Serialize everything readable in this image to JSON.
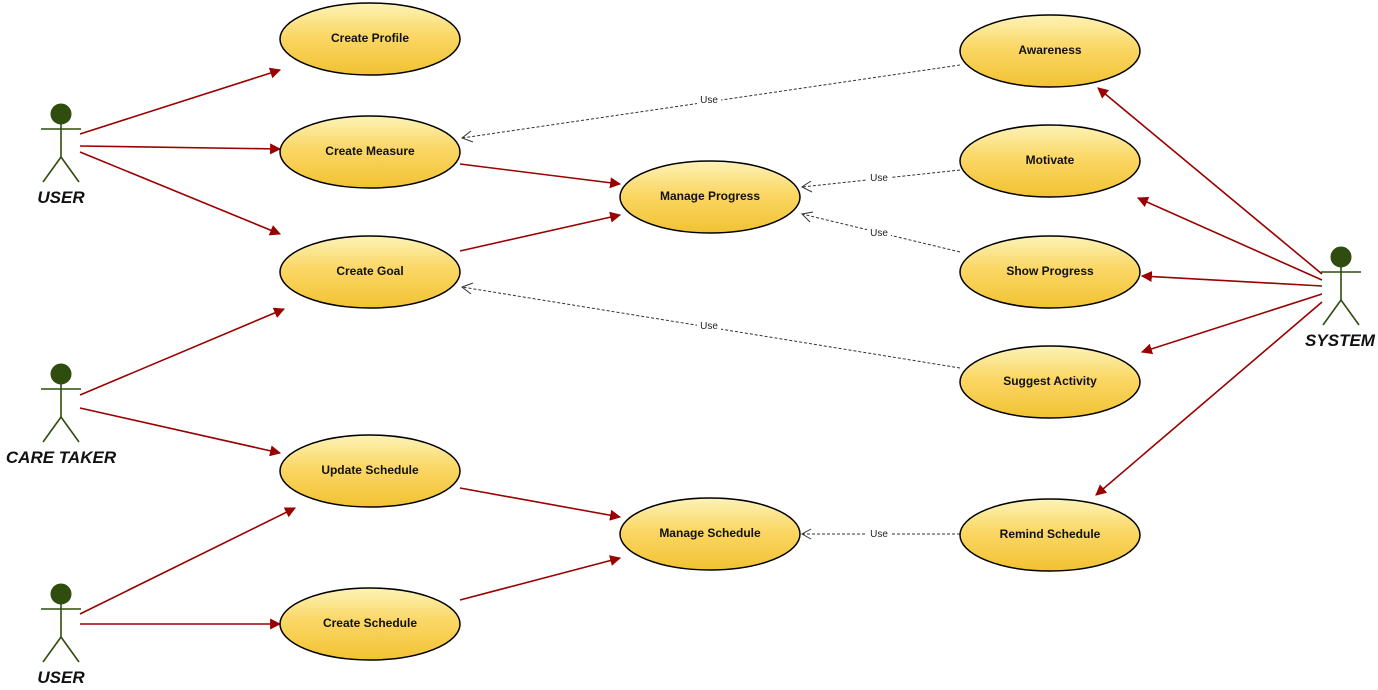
{
  "actors": [
    {
      "key": "user_top",
      "label": "USER"
    },
    {
      "key": "care_taker",
      "label": "CARE TAKER"
    },
    {
      "key": "user_bottom",
      "label": "USER"
    },
    {
      "key": "system",
      "label": "SYSTEM"
    }
  ],
  "use_cases": [
    {
      "key": "create_profile",
      "label": "Create Profile"
    },
    {
      "key": "create_measure",
      "label": "Create Measure"
    },
    {
      "key": "create_goal",
      "label": "Create Goal"
    },
    {
      "key": "update_schedule",
      "label": "Update Schedule"
    },
    {
      "key": "create_schedule",
      "label": "Create Schedule"
    },
    {
      "key": "manage_progress",
      "label": "Manage Progress"
    },
    {
      "key": "manage_schedule",
      "label": "Manage Schedule"
    },
    {
      "key": "awareness",
      "label": "Awareness"
    },
    {
      "key": "motivate",
      "label": "Motivate"
    },
    {
      "key": "show_progress",
      "label": "Show Progress"
    },
    {
      "key": "suggest_activity",
      "label": "Suggest Activity"
    },
    {
      "key": "remind_schedule",
      "label": "Remind Schedule"
    }
  ],
  "associations": [
    {
      "from": "user_top",
      "to": "create_profile"
    },
    {
      "from": "user_top",
      "to": "create_measure"
    },
    {
      "from": "user_top",
      "to": "create_goal"
    },
    {
      "from": "care_taker",
      "to": "create_goal"
    },
    {
      "from": "care_taker",
      "to": "update_schedule"
    },
    {
      "from": "user_bottom",
      "to": "update_schedule"
    },
    {
      "from": "user_bottom",
      "to": "create_schedule"
    },
    {
      "from": "create_measure",
      "to": "manage_progress"
    },
    {
      "from": "create_goal",
      "to": "manage_progress"
    },
    {
      "from": "update_schedule",
      "to": "manage_schedule"
    },
    {
      "from": "create_schedule",
      "to": "manage_schedule"
    },
    {
      "from": "system",
      "to": "awareness"
    },
    {
      "from": "system",
      "to": "motivate"
    },
    {
      "from": "system",
      "to": "show_progress"
    },
    {
      "from": "system",
      "to": "suggest_activity"
    },
    {
      "from": "system",
      "to": "remind_schedule"
    }
  ],
  "dependencies": [
    {
      "from": "awareness",
      "to": "create_measure",
      "label": "Use"
    },
    {
      "from": "motivate",
      "to": "manage_progress",
      "label": "Use"
    },
    {
      "from": "show_progress",
      "to": "manage_progress",
      "label": "Use"
    },
    {
      "from": "suggest_activity",
      "to": "create_goal",
      "label": "Use"
    },
    {
      "from": "remind_schedule",
      "to": "manage_schedule",
      "label": "Use"
    }
  ],
  "colors": {
    "use_case_fill_top": "#fcf3b8",
    "use_case_fill_mid": "#fbd765",
    "use_case_fill_bottom": "#f1c232",
    "association": "#990000",
    "actor": "#2e4d0e",
    "dependency": "#333333"
  }
}
